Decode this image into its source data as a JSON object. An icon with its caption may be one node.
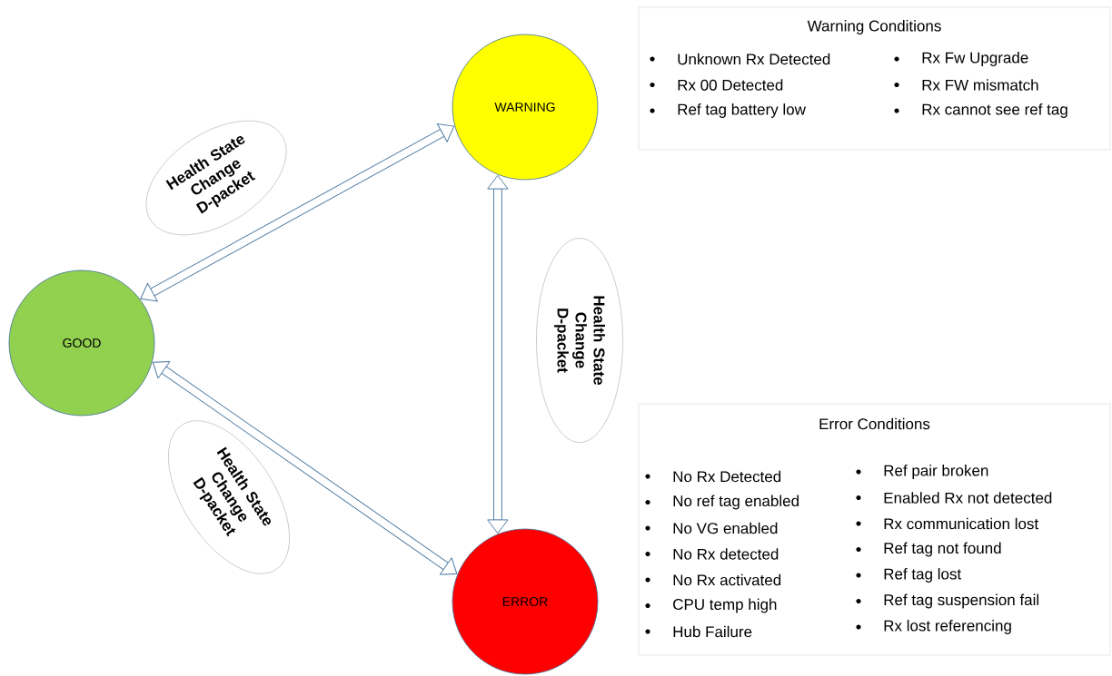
{
  "diagram": {
    "nodes": [
      {
        "text": [
          "GOOD"
        ]
      },
      {
        "text": [
          "WARNING"
        ]
      },
      {
        "text": [
          "ERROR"
        ]
      },
      {
        "text": [
          "Health State Change D-packet"
        ]
      },
      {
        "text": [
          "Health State Change D-packet"
        ]
      },
      {
        "text": [
          "Health State Change D-packet"
        ]
      },
      {
        "text": [
          "Warning Conditions",
          "Unknown Rx Detected",
          "Rx 00 Detected",
          "Ref tag battery low",
          "Rx Fw Upgrade",
          "Rx FW mismatch",
          "Rx cannot see ref tag"
        ]
      },
      {
        "text": [
          "Error Conditions",
          "No Rx Detected",
          "No ref tag enabled",
          "No VG enabled",
          "No Rx detected",
          "No Rx activated",
          "CPU temp high",
          "Hub Failure",
          "Ref pair broken",
          "Enabled Rx not detected",
          "Rx communication lost",
          "Ref tag not found",
          "Ref tag lost",
          "Ref tag suspension fail",
          "Rx lost referencing"
        ]
      }
    ],
    "edges": [
      {
        "from": 0,
        "to": 1,
        "arrow": "both"
      },
      {
        "from": 1,
        "to": 2,
        "arrow": "both"
      },
      {
        "from": 0,
        "to": 2,
        "arrow": "both"
      }
    ]
  }
}
